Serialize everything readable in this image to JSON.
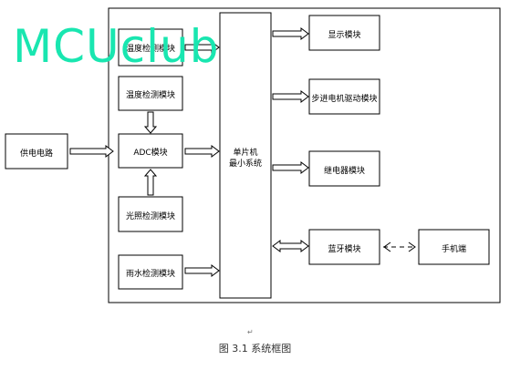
{
  "watermark": "MCUclub",
  "blocks": {
    "top_detect": "温度检测模块",
    "temp_detect": "温度检测模块",
    "adc": "ADC模块",
    "light_detect": "光照检测模块",
    "rain_detect": "雨水检测模块",
    "power": "供电电路",
    "mcu_line1": "单片机",
    "mcu_line2": "最小系统",
    "display": "显示模块",
    "stepper": "步进电机驱动模块",
    "relay": "继电器模块",
    "bluetooth": "蓝牙模块",
    "phone": "手机端"
  },
  "caption": "图 3.1 系统框图",
  "return_mark": "↵"
}
